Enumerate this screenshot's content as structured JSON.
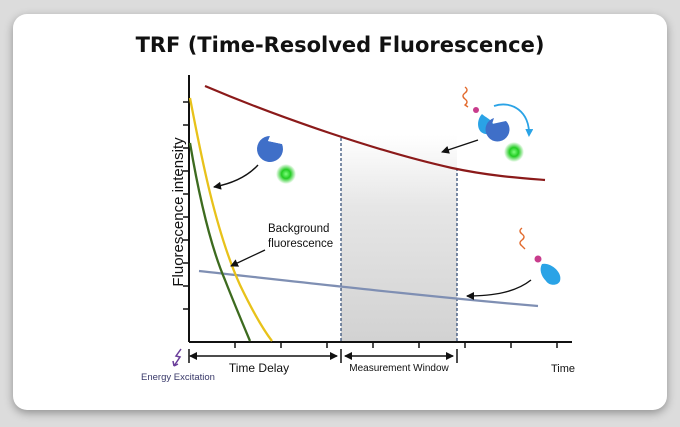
{
  "title": "TRF (Time-Resolved Fluorescence)",
  "y_axis_label": "Fluorescence intensity",
  "x_axis_label": "Time",
  "labels": {
    "background": [
      "Background",
      "fluorescence"
    ],
    "time_delay": "Time Delay",
    "measurement_window": "Measurement Window",
    "energy_excitation": "Energy Excitation"
  },
  "colors": {
    "long_lifetime_curve": "#8b1a1a",
    "background_curve": "#7f8fb3",
    "yellow_decay": "#e8c21a",
    "green_decay": "#3d6b1f",
    "window_shade": "#cfcfcf",
    "donor_blue": "#3f6fc8",
    "emission_green": "#33dd33",
    "acceptor_cyan": "#2aa3e6",
    "excitation_purple": "#6a3d9a"
  },
  "icons": [
    "pacman-donor-icon",
    "green-emission-icon",
    "wavy-arrow-icon",
    "acceptor-drop-icon",
    "energy-bolt-icon"
  ]
}
